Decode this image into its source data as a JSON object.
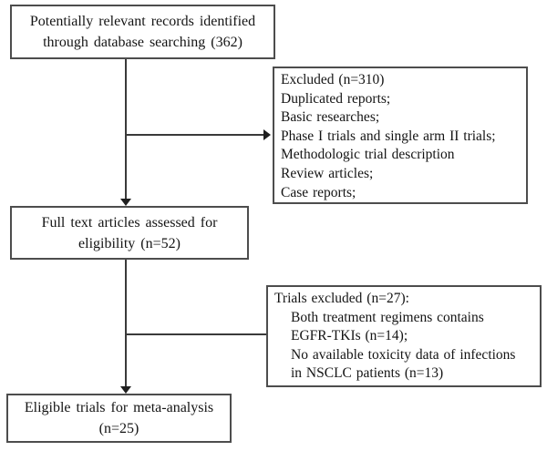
{
  "figure": {
    "type": "prisma-flow-diagram",
    "colors": {
      "background": "#ffffff",
      "box_border": "#4d4d4d",
      "connector": "#3a3a3a",
      "arrowhead": "#1f1f1f",
      "text": "#141414"
    }
  },
  "boxes": {
    "records": {
      "count": 362,
      "lines": [
        "Potentially relevant records identified",
        "through database searching (362)"
      ]
    },
    "excluded": {
      "count": 310,
      "lines": [
        "Excluded (n=310)",
        "Duplicated reports;",
        "Basic researches;",
        "Phase I trials and single arm II trials;",
        "Methodologic trial description",
        "Review articles;",
        "Case reports;"
      ]
    },
    "fulltext": {
      "count": 52,
      "lines": [
        "Full text articles assessed for",
        "eligibility (n=52)"
      ]
    },
    "trials_excluded": {
      "count": 27,
      "lines": [
        "Trials excluded (n=27):",
        "Both treatment regimens contains",
        "EGFR-TKIs (n=14);",
        "No available toxicity data of infections",
        "in NSCLC patients (n=13)"
      ]
    },
    "eligible": {
      "count": 25,
      "lines": [
        "Eligible trials for meta-analysis",
        "(n=25)"
      ]
    }
  }
}
